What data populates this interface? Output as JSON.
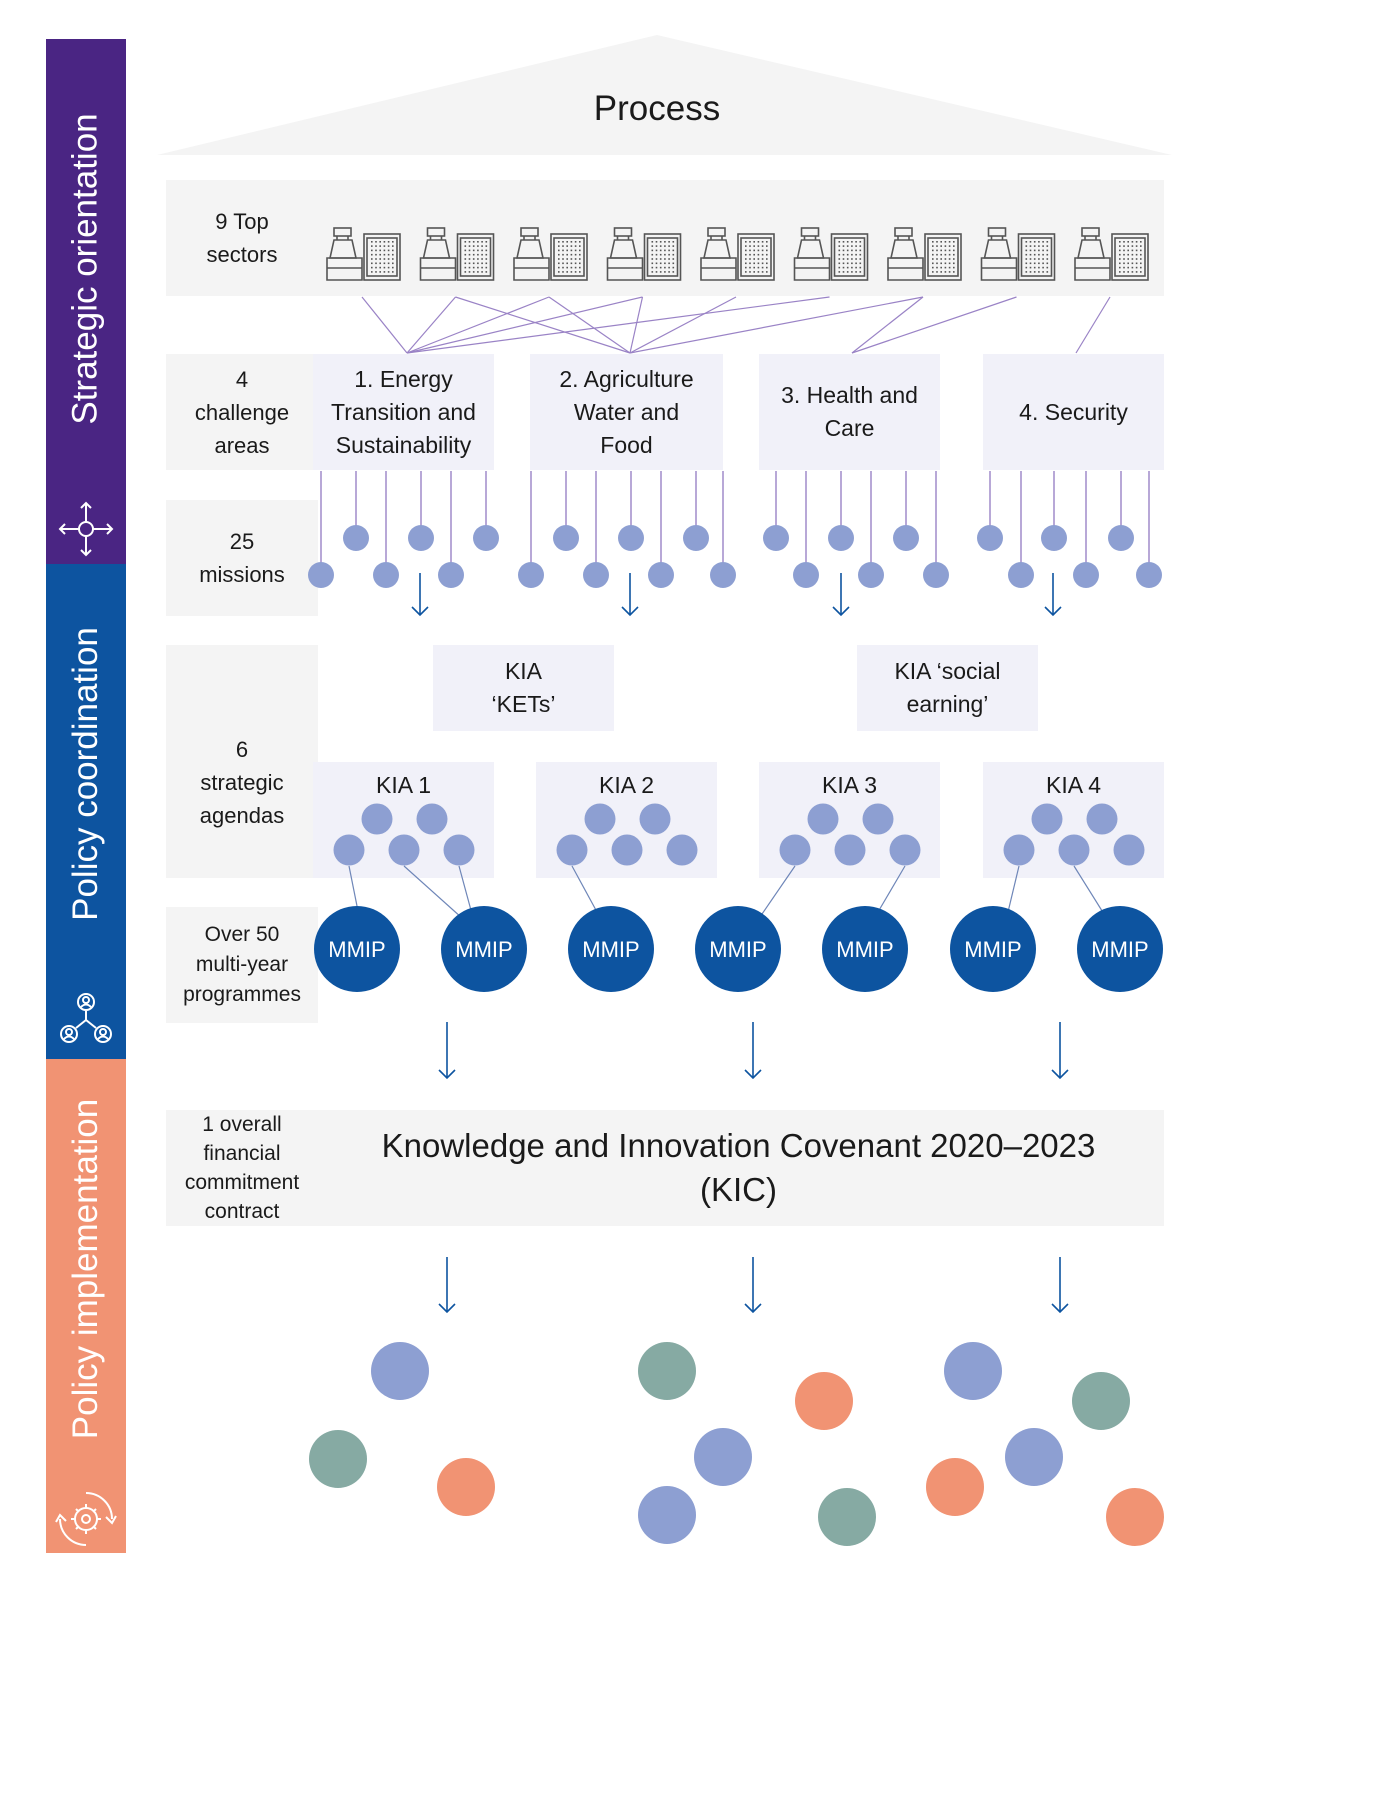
{
  "header": {
    "title": "Process"
  },
  "bands": {
    "strategic": {
      "label": "Strategic orientation",
      "color": "#4a2583",
      "icon": "compass-arrows-icon"
    },
    "policy_coordination": {
      "label": "Policy coordination",
      "color": "#0d54a0",
      "icon": "people-network-icon"
    },
    "policy_implementation": {
      "label": "Policy implementation",
      "color": "#f19373",
      "icon": "gear-cycle-icon"
    }
  },
  "rows": {
    "top_sectors": "9 Top sectors",
    "challenge_areas": "4 challenge areas",
    "missions": "25 missions",
    "strategic_agendas": "6 strategic agendas",
    "programmes": "Over 50 multi-year programmes",
    "financial": "1 overall financial commitment contract"
  },
  "top_sectors": {
    "count": 9,
    "icon": "factory-building-icon"
  },
  "challenges": [
    {
      "label": "1. Energy Transition and Sustainability"
    },
    {
      "label": "2. Agriculture Water and Food"
    },
    {
      "label": "3. Health and Care"
    },
    {
      "label": "4. Security"
    }
  ],
  "kia_cross": [
    {
      "label": "KIA ‘KETs’"
    },
    {
      "label": "KIA ‘social earning’"
    }
  ],
  "kias": [
    {
      "label": "KIA 1"
    },
    {
      "label": "KIA 2"
    },
    {
      "label": "KIA 3"
    },
    {
      "label": "KIA 4"
    }
  ],
  "mmip": {
    "label": "MMIP",
    "count": 7,
    "color": "#0d54a0"
  },
  "kic": {
    "line1": "Knowledge and Innovation Covenant 2020–2023",
    "line2": "(KIC)"
  },
  "colors": {
    "mission_dot": "#8d9fd2",
    "connector": "#9a83c6",
    "arrow": "#0d54a0",
    "outcome_blue": "#8d9fd2",
    "outcome_green": "#86aaa3",
    "outcome_orange": "#f19373"
  }
}
